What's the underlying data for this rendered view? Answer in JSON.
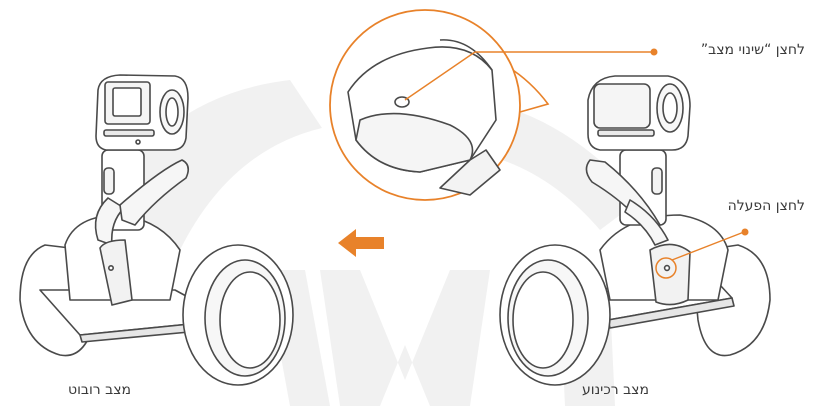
{
  "labels": {
    "mode_switch_button": "לחצן “שינוי מצב”",
    "power_button": "לחצן הפעלה",
    "robot_mode": "מצב רובוט",
    "vehicle_mode": "מצב רכינוע"
  },
  "colors": {
    "accent": "#e8822a",
    "outline": "#4a4a4a",
    "watermark": "#f0f0f0",
    "text": "#3a3a3a"
  },
  "icons": {
    "direction": "arrow-left-icon"
  }
}
